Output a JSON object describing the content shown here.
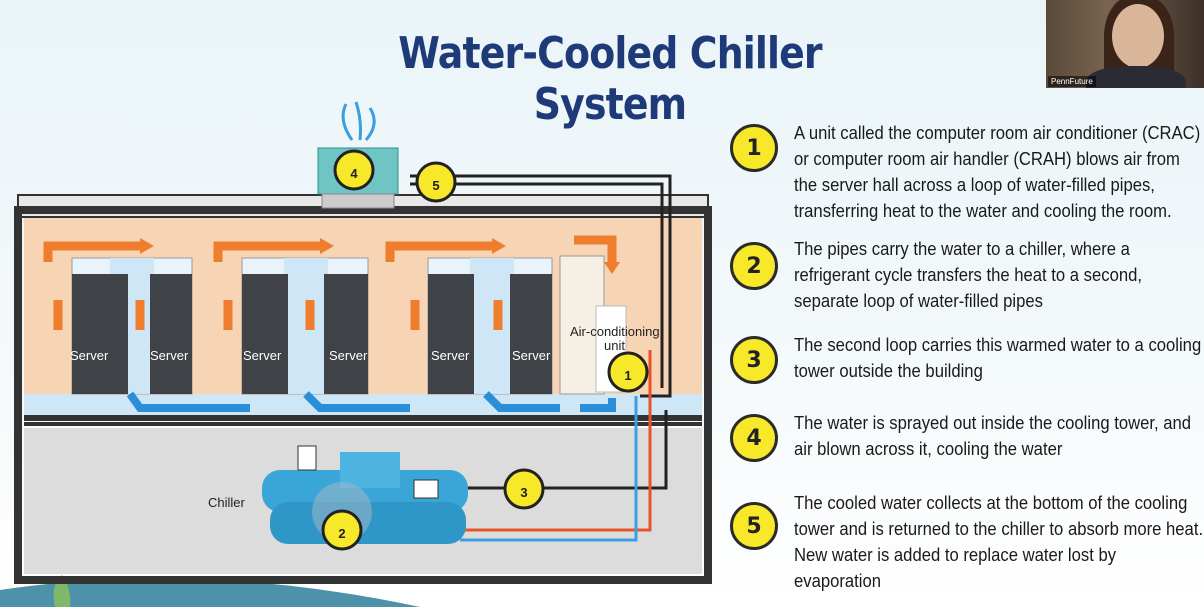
{
  "slide": {
    "title": "Water-Cooled Chiller System"
  },
  "webcam": {
    "name_tag": "PennFuture"
  },
  "diagram": {
    "server_labels": [
      "Server",
      "Server",
      "Server",
      "Server",
      "Server",
      "Server"
    ],
    "ac_unit_label_line1": "Air-conditioning",
    "ac_unit_label_line2": "unit",
    "chiller_label": "Chiller",
    "markers": [
      "1",
      "2",
      "3",
      "4",
      "5"
    ]
  },
  "steps": [
    {
      "num": "1",
      "text": "A unit called the computer room  air conditioner (CRAC) or computer room air handler (CRAH) blows air from the server hall across a loop of water-filled pipes, transferring heat to the water and cooling the room."
    },
    {
      "num": "2",
      "text": "The pipes carry the water to a chiller, where a refrigerant cycle transfers the heat to a second, separate loop of water-filled pipes"
    },
    {
      "num": "3",
      "text": "The second loop carries this warmed water to a cooling tower outside the building"
    },
    {
      "num": "4",
      "text": "The water is sprayed out inside the cooling tower, and air blown across it, cooling the water"
    },
    {
      "num": "5",
      "text": "The cooled water collects at the bottom of the cooling tower and is returned to the chiller to absorb more heat. New water is added to replace water lost by evaporation"
    }
  ],
  "colors": {
    "title": "#1f3a78",
    "marker_fill": "#f8e82a",
    "warm_arrow": "#ef7d2e",
    "cool_arrow": "#2a8fd8",
    "hot_pipe": "#e8542a",
    "cold_pipe": "#3a9ee0"
  }
}
